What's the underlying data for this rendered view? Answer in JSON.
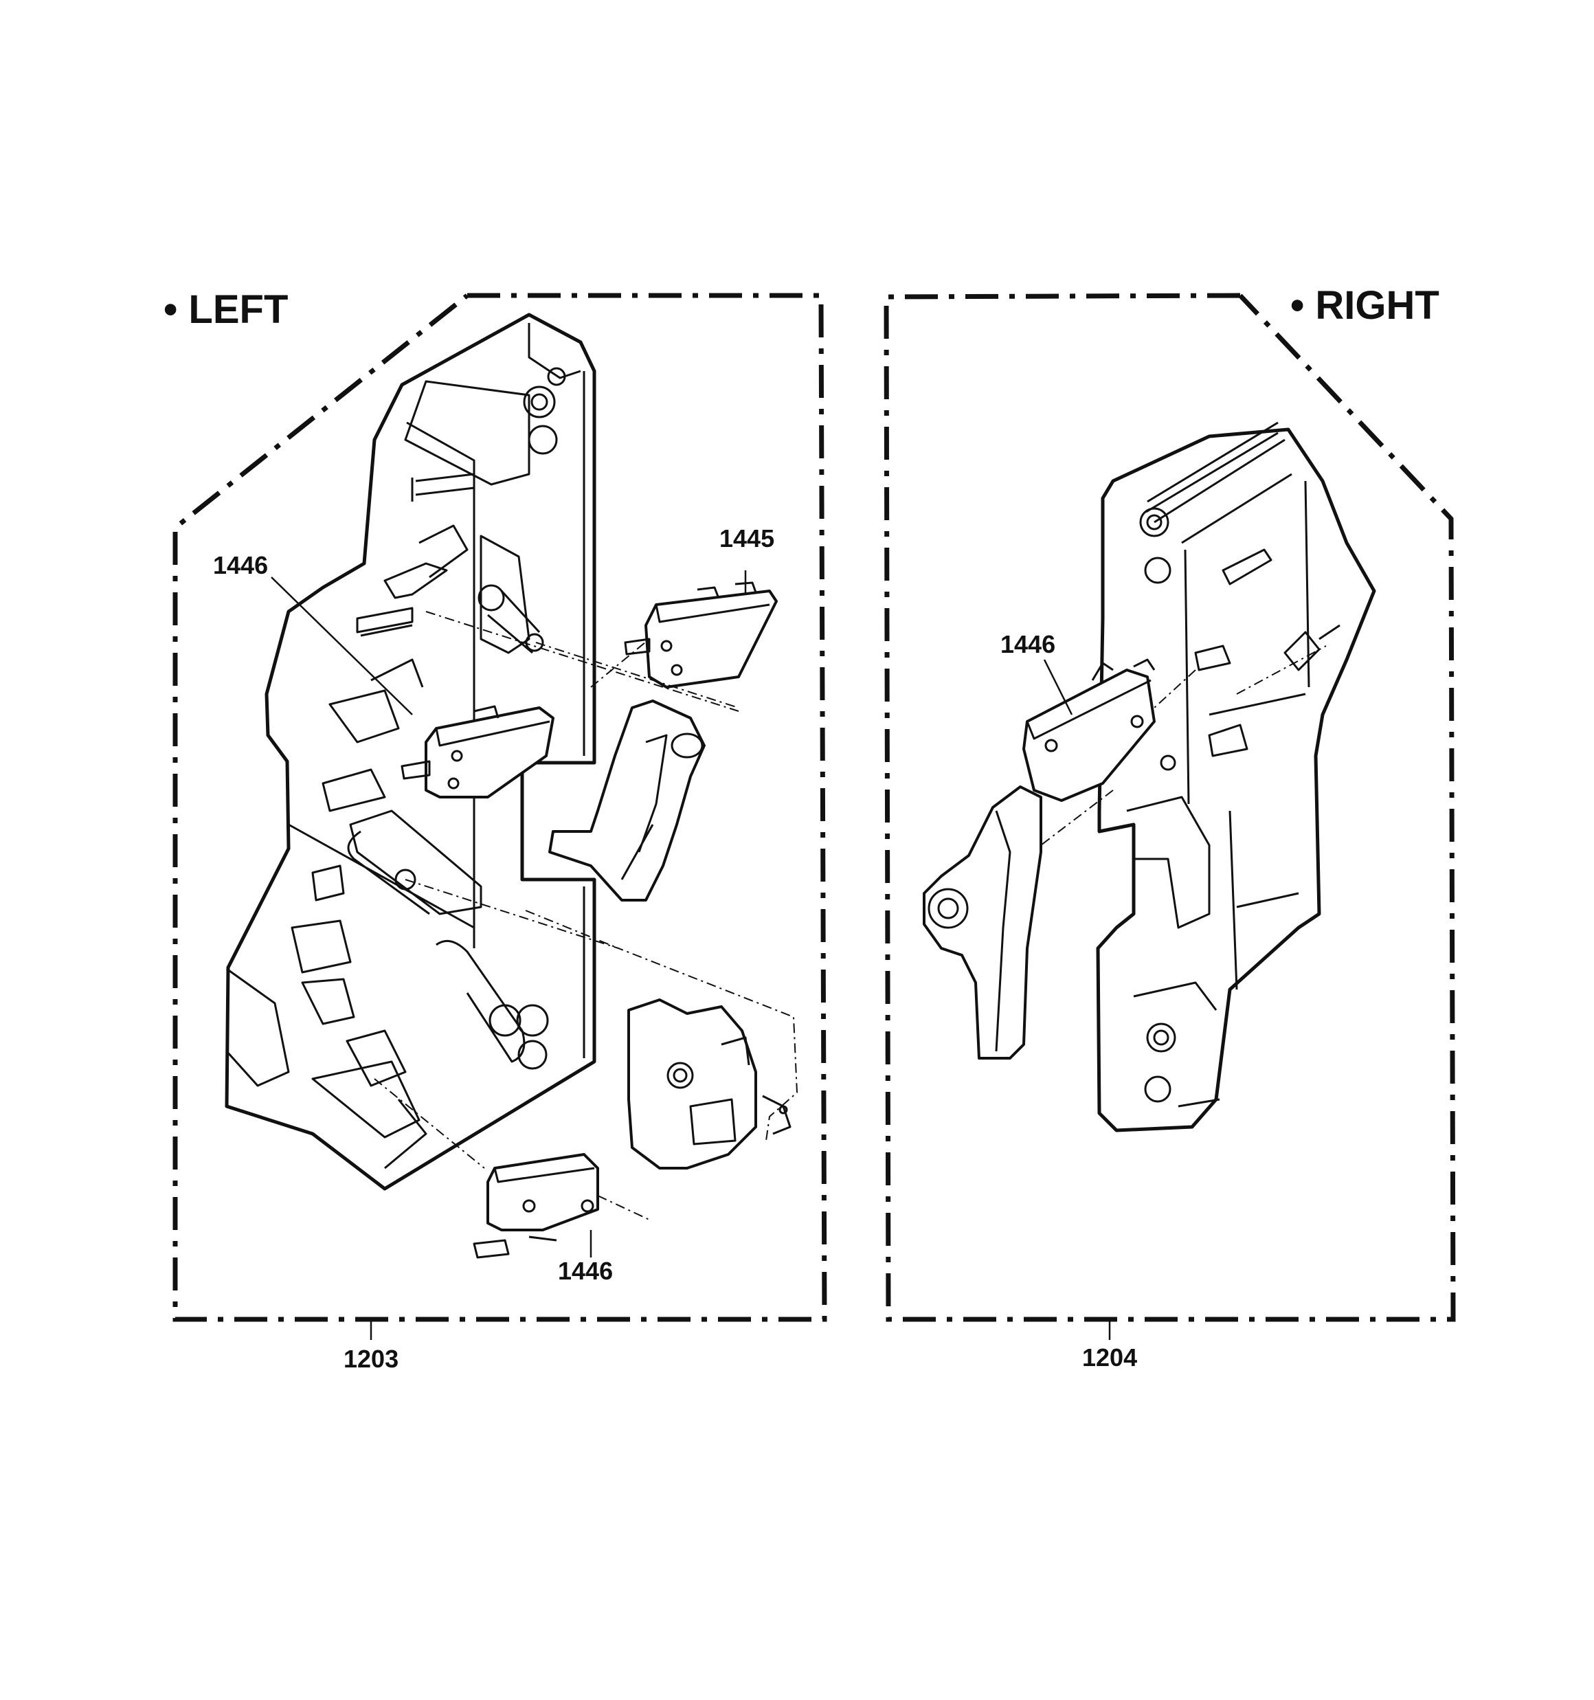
{
  "panels": {
    "left": {
      "title": "• LEFT",
      "assembly": "1203"
    },
    "right": {
      "title": "• RIGHT",
      "assembly": "1204"
    }
  },
  "callouts": {
    "left_top_switch": "1445",
    "left_middle_switch": "1446",
    "left_bottom_switch": "1446",
    "right_switch": "1446"
  }
}
